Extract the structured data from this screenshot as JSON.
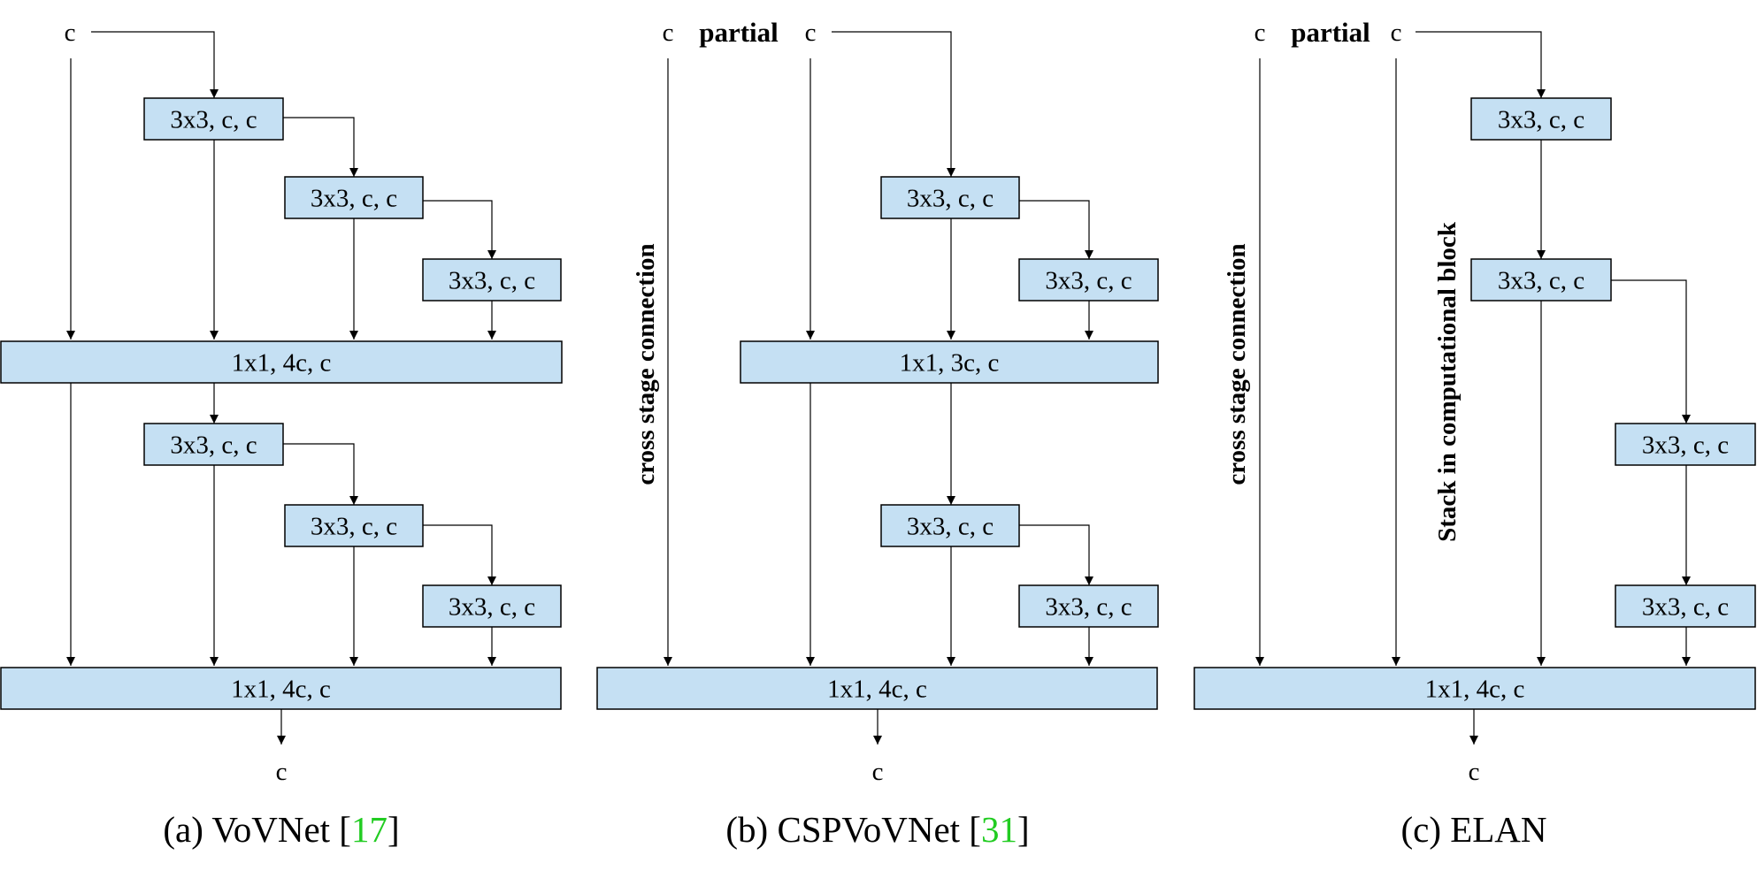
{
  "colors": {
    "box_fill": "#c5e0f3",
    "stroke": "#000000",
    "ref": "#22cc22",
    "text": "#000000"
  },
  "panels": [
    {
      "id": "a",
      "inputs": [
        "c"
      ],
      "blocks": [
        "3x3, c, c",
        "3x3, c, c",
        "3x3, c, c",
        "1x1, 4c, c",
        "3x3, c, c",
        "3x3, c, c",
        "3x3, c, c",
        "1x1, 4c, c"
      ],
      "output": "c",
      "caption": {
        "prefix": "(a) VoVNet [",
        "ref": "17",
        "suffix": "]"
      }
    },
    {
      "id": "b",
      "inputs": [
        "c",
        "c"
      ],
      "split_label": "partial",
      "side_label": "cross stage connection",
      "blocks": [
        "3x3, c, c",
        "3x3, c, c",
        "1x1, 3c, c",
        "3x3, c, c",
        "3x3, c, c",
        "1x1, 4c, c"
      ],
      "output": "c",
      "caption": {
        "prefix": "(b) CSPVoVNet [",
        "ref": "31",
        "suffix": "]"
      }
    },
    {
      "id": "c",
      "inputs": [
        "c",
        "c"
      ],
      "split_label": "partial",
      "side_label": "cross stage connection",
      "stack_label": "Stack in computational block",
      "blocks": [
        "3x3, c, c",
        "3x3, c, c",
        "3x3, c, c",
        "3x3, c, c",
        "1x1, 4c, c"
      ],
      "output": "c",
      "caption": {
        "prefix": "(c) ELAN",
        "ref": "",
        "suffix": ""
      }
    }
  ]
}
